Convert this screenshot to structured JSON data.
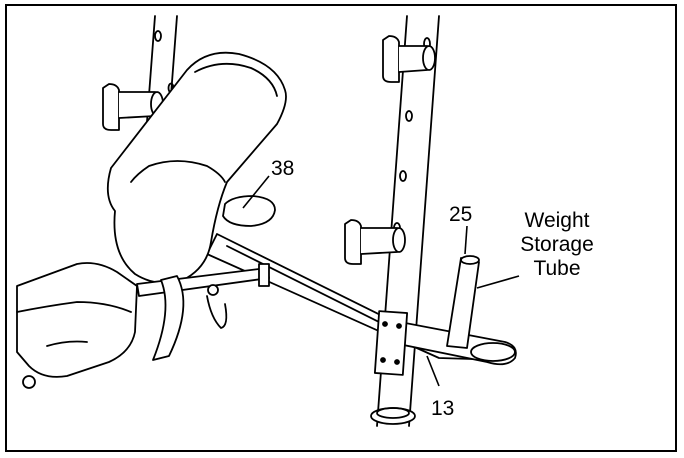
{
  "callouts": {
    "part_38": "38",
    "part_25": "25",
    "part_13": "13",
    "weight_storage_tube": [
      "Weight",
      "Storage",
      "Tube"
    ]
  }
}
